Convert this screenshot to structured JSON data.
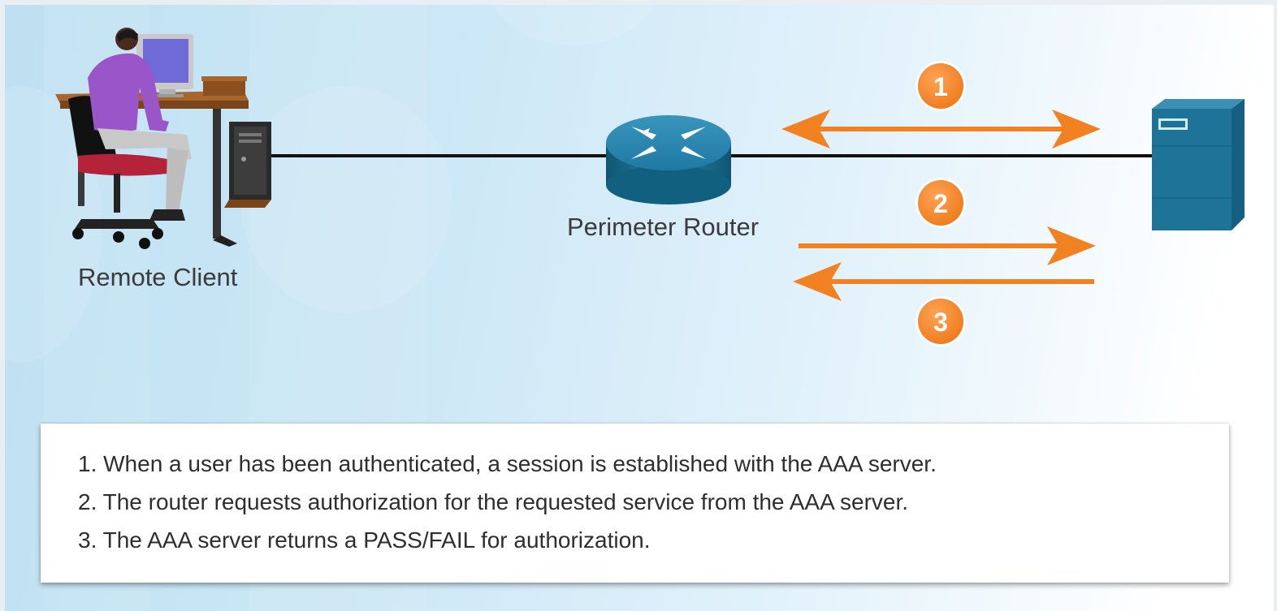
{
  "nodes": {
    "client": {
      "label": "Remote Client"
    },
    "router": {
      "label": "Perimeter Router"
    },
    "server": {
      "label": ""
    }
  },
  "steps": [
    {
      "number": "1",
      "direction": "bidirectional"
    },
    {
      "number": "2",
      "direction": "router-to-server"
    },
    {
      "number": "3",
      "direction": "server-to-router"
    }
  ],
  "legend": {
    "items": [
      "1. When a user has been authenticated, a session is established with the AAA server.",
      "2. The router requests authorization for the requested service from the AAA server.",
      "3. The AAA server returns a PASS/FAIL for authorization."
    ]
  },
  "colors": {
    "arrow": "#f28121",
    "badge": "#f28121",
    "device_blue": "#1d6e92",
    "link": "#111111"
  }
}
